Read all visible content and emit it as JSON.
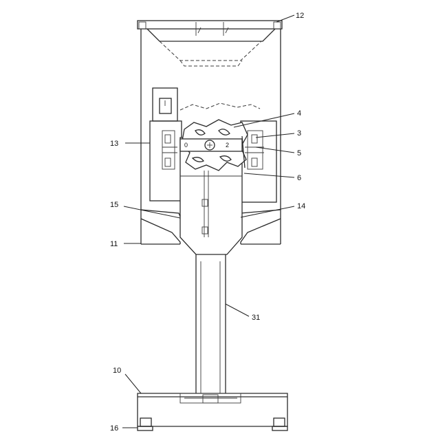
{
  "callouts": [
    {
      "id": "12",
      "label": "12"
    },
    {
      "id": "4",
      "label": "4"
    },
    {
      "id": "3",
      "label": "3"
    },
    {
      "id": "13",
      "label": "13"
    },
    {
      "id": "5",
      "label": "5"
    },
    {
      "id": "6",
      "label": "6"
    },
    {
      "id": "15",
      "label": "15"
    },
    {
      "id": "14",
      "label": "14"
    },
    {
      "id": "11",
      "label": "11"
    },
    {
      "id": "31",
      "label": "31"
    },
    {
      "id": "10",
      "label": "10"
    },
    {
      "id": "16",
      "label": "16"
    }
  ],
  "dial": {
    "mark_left": "0",
    "mark_right": "2"
  }
}
